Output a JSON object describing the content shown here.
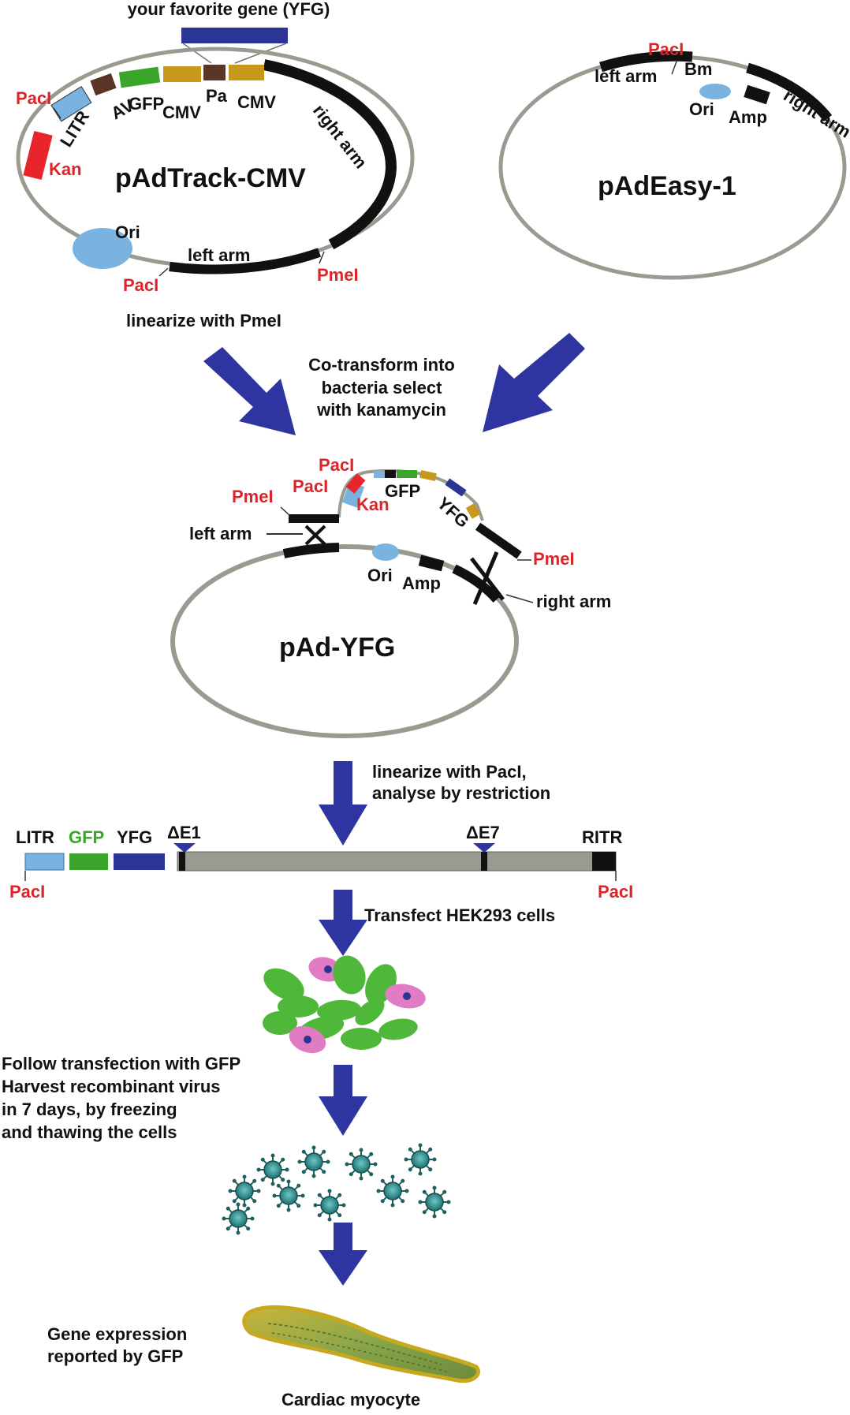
{
  "colors": {
    "kan": "#e8252b",
    "litr": "#7ab3e0",
    "gfp": "#3aa52a",
    "cmv": "#c8981c",
    "pa": "#5a3424",
    "yfg": "#2b3595",
    "backbone": "#9a9a90",
    "arm": "#111111",
    "site_text": "#d9262b",
    "arrow": "#2f35a0",
    "cell_green": "#4fb83b",
    "cell_pink": "#e07bc4",
    "virus": "#2d8a8a"
  },
  "top": {
    "gene_label": "your favorite gene (YFG)"
  },
  "pAdTrack": {
    "name": "pAdTrack-CMV",
    "pacI_top": "PacI",
    "litr": "LITR",
    "kan": "Kan",
    "av": "AV",
    "gfp": "GFP",
    "cmv1": "CMV",
    "pa": "Pa",
    "cmv2": "CMV",
    "right_arm": "right arm",
    "ori": "Ori",
    "left_arm": "left arm",
    "pacI_bottom": "PacI",
    "pmeI": "PmeI",
    "linearize": "linearize with PmeI"
  },
  "pAdEasy": {
    "name": "pAdEasy-1",
    "pacI": "PacI",
    "left_arm": "left arm",
    "bm": "Bm",
    "ori": "Ori",
    "amp": "Amp",
    "right_arm": "right arm"
  },
  "cotransform": {
    "lines": [
      "Co-transform into",
      "bacteria select",
      "with kanamycin"
    ]
  },
  "pAdYFG": {
    "name": "pAd-YFG",
    "pacI_a": "PacI",
    "pacI_b": "PacI",
    "pmeI_left": "PmeI",
    "kan": "Kan",
    "gfp": "GFP",
    "yfg": "YFG",
    "left_arm": "left arm",
    "ori": "Ori",
    "amp": "Amp",
    "pmeI_right": "PmeI",
    "right_arm": "right arm"
  },
  "linearize_pac": {
    "lines": [
      "linearize with PacI,",
      "analyse by restriction"
    ]
  },
  "linear_map": {
    "litr": "LITR",
    "gfp": "GFP",
    "yfg": "YFG",
    "de1": "ΔE1",
    "de7": "ΔE7",
    "ritr": "RITR",
    "pacI_left": "PacI",
    "pacI_right": "PacI"
  },
  "transfect": {
    "label": "Transfect HEK293 cells"
  },
  "follow": {
    "lines": [
      "Follow transfection with GFP",
      "Harvest recombinant virus",
      "in 7 days, by freezing",
      "and thawing the cells"
    ]
  },
  "expression": {
    "lines": [
      "Gene expression",
      "reported by GFP"
    ],
    "cell_label": "Cardiac myocyte"
  }
}
